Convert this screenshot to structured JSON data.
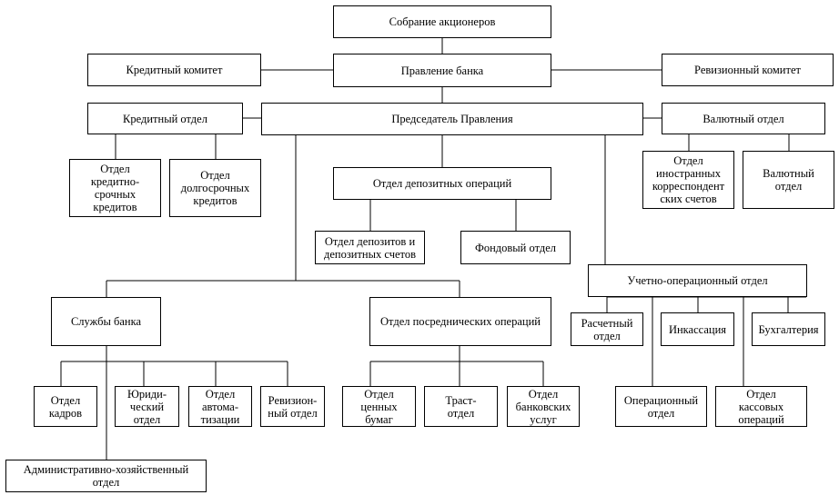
{
  "nodes": {
    "shareholders": "Собрание акционеров",
    "board": "Правление банка",
    "credit_committee": "Кредитный комитет",
    "audit_committee": "Ревизионный комитет",
    "credit_dept": "Кредитный отдел",
    "chairman": "Председатель Правления",
    "currency_dept_main": "Валютный отдел",
    "short_term_loans": "Отдел\nкредитно-\nсрочных\nкредитов",
    "long_term_loans": "Отдел\nдолгосрочных\nкредитов",
    "deposit_ops": "Отдел депозитных операций",
    "foreign_corr": "Отдел\nиностранных\nкорреспондент\nских счетов",
    "currency_dept_sub": "Валютный\nотдел",
    "deposits_accounts": "Отдел депозитов и\nдепозитных счетов",
    "stock_dept": "Фондовый отдел",
    "accounting_ops": "Учетно-операционный отдел",
    "bank_services": "Службы банка",
    "intermediary_ops": "Отдел посреднических операций",
    "settlement": "Расчетный\nотдел",
    "collection": "Инкассация",
    "bookkeeping": "Бухгалтерия",
    "hr": "Отдел\nкадров",
    "legal": "Юриди-\nческий\nотдел",
    "automation": "Отдел\nавтома-\nтизации",
    "audit_dept": "Ревизион-\nный отдел",
    "securities": "Отдел\nценных\nбумаг",
    "trust": "Траст-\nотдел",
    "banking_services": "Отдел\nбанковских\nуслуг",
    "operational": "Операционный\nотдел",
    "cash_ops": "Отдел\nкассовых\nопераций",
    "admin": "Административно-хозяйственный\nотдел"
  }
}
